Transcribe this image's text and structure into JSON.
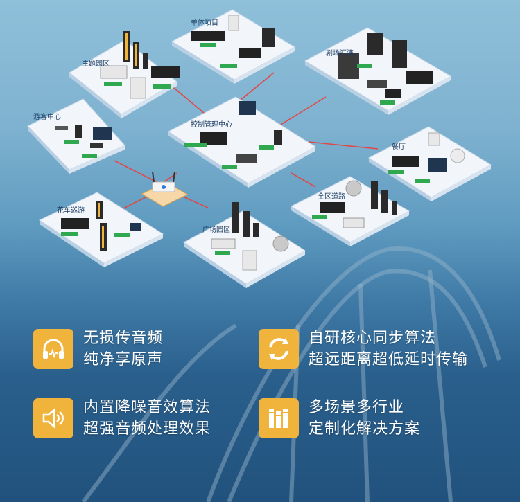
{
  "zones": {
    "main_park": "主题园区",
    "single_project": "单体项目",
    "theater": "剧场汇演",
    "visitor_center": "游客中心",
    "control_center": "控制管理中心",
    "restaurant": "餐厅",
    "parade": "花车巡游",
    "all_area_road": "全区道路",
    "plaza": "广场园区"
  },
  "features": [
    {
      "line1": "无损传音频",
      "line2": "纯净享原声",
      "icon": "headphones-icon"
    },
    {
      "line1": "自研核心同步算法",
      "line2": "超远距离超低延时传输",
      "icon": "sync-arrows-icon"
    },
    {
      "line1": "内置降噪音效算法",
      "line2": "超强音频处理效果",
      "icon": "speaker-icon"
    },
    {
      "line1": "多场景多行业",
      "line2": "定制化解决方案",
      "icon": "books-icon"
    }
  ],
  "colors": {
    "accent": "#f0b43c",
    "link": "#e04848",
    "tag": "#2fa84f",
    "tile": "#f2f6fb"
  }
}
